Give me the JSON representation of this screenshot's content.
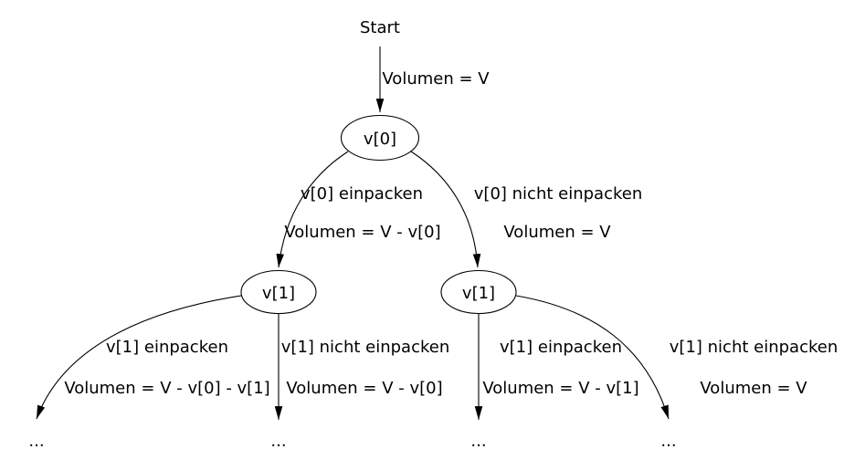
{
  "diagram": {
    "type": "decision-tree",
    "background_color": "#ffffff",
    "line_color": "#000000",
    "start": "Start",
    "nodes": {
      "root": "v[0]",
      "left": "v[1]",
      "right": "v[1]"
    },
    "leaves": [
      "...",
      "...",
      "...",
      "..."
    ],
    "edges": {
      "start_to_root": {
        "volume": "Volumen = V"
      },
      "root_pack": {
        "action": "v[0] einpacken",
        "volume": "Volumen = V - v[0]"
      },
      "root_nopack": {
        "action": "v[0] nicht einpacken",
        "volume": "Volumen = V"
      },
      "left_pack": {
        "action": "v[1] einpacken",
        "volume": "Volumen = V - v[0] - v[1]"
      },
      "left_nopack": {
        "action": "v[1] nicht einpacken",
        "volume": "Volumen = V - v[0]"
      },
      "right_pack": {
        "action": "v[1] einpacken",
        "volume": "Volumen = V - v[1]"
      },
      "right_nopack": {
        "action": "v[1] nicht einpacken",
        "volume": "Volumen = V"
      }
    }
  }
}
